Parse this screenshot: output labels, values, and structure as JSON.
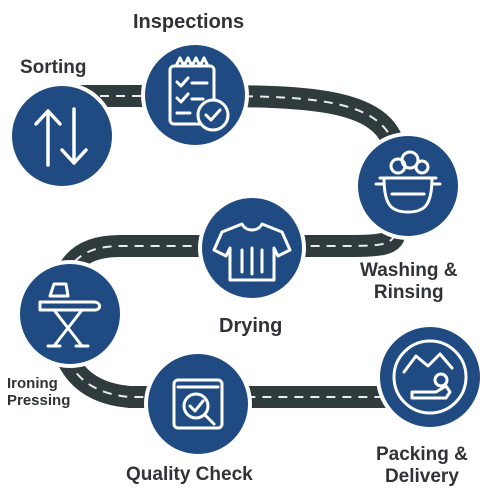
{
  "colors": {
    "road": "#2f3b3c",
    "road_dash": "#e9ecec",
    "node_fill": "#1f4b82",
    "node_border": "#ffffff",
    "icon": "#ffffff",
    "label": "#2f3338"
  },
  "steps": [
    {
      "key": "sorting",
      "label_lines": [
        "Sorting"
      ],
      "icon": "sort-arrows-icon"
    },
    {
      "key": "inspections",
      "label_lines": [
        "Inspections"
      ],
      "icon": "clipboard-check-icon"
    },
    {
      "key": "washing",
      "label_lines": [
        "Washing &",
        "Rinsing"
      ],
      "icon": "wash-basin-icon"
    },
    {
      "key": "drying",
      "label_lines": [
        "Drying"
      ],
      "icon": "shirt-icon"
    },
    {
      "key": "ironing",
      "label_lines": [
        "Ironing",
        "Pressing"
      ],
      "icon": "ironing-board-icon"
    },
    {
      "key": "quality",
      "label_lines": [
        "Quality Check"
      ],
      "icon": "quality-check-icon"
    },
    {
      "key": "packing",
      "label_lines": [
        "Packing &",
        "Delivery"
      ],
      "icon": "package-delivery-icon"
    }
  ]
}
